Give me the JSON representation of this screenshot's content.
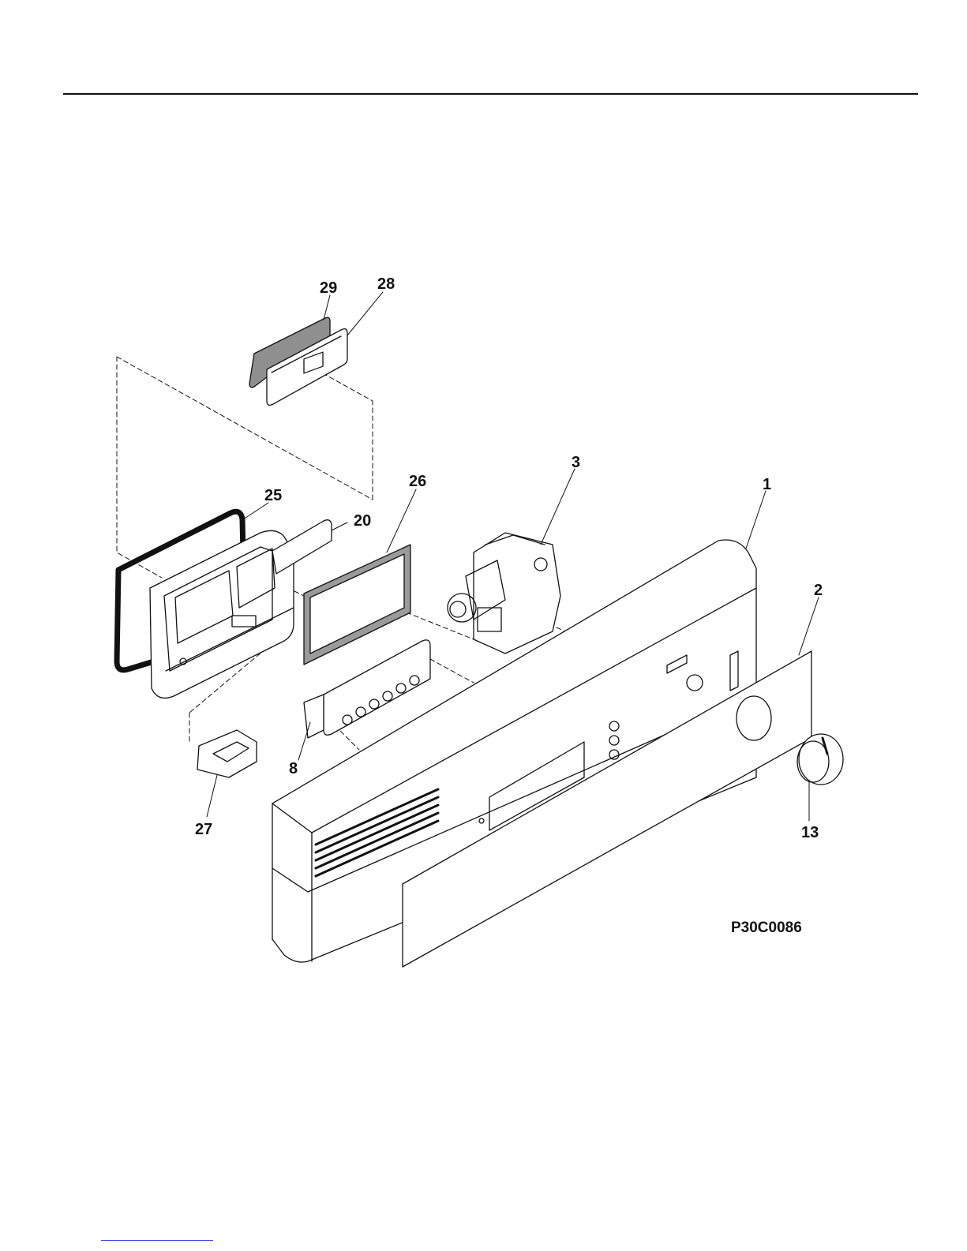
{
  "diagram": {
    "drawing_code": "P30C0086",
    "callouts": [
      {
        "id": "29",
        "text": "29"
      },
      {
        "id": "28",
        "text": "28"
      },
      {
        "id": "3",
        "text": "3"
      },
      {
        "id": "26",
        "text": "26"
      },
      {
        "id": "1",
        "text": "1"
      },
      {
        "id": "25",
        "text": "25"
      },
      {
        "id": "20",
        "text": "20"
      },
      {
        "id": "2",
        "text": "2"
      },
      {
        "id": "8",
        "text": "8"
      },
      {
        "id": "27",
        "text": "27"
      },
      {
        "id": "13",
        "text": "13"
      }
    ]
  },
  "colors": {
    "line": "#111111",
    "gasket_fill": "#9a9a9a",
    "link": "#2f3fe0"
  }
}
